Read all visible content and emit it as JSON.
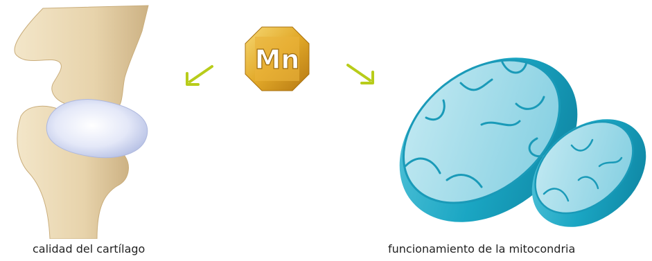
{
  "badge": {
    "symbol": "Mn",
    "icon": "manganese-element-badge-icon"
  },
  "captions": {
    "left": "calidad del cartílago",
    "right": "funcionamiento de la mitocondria"
  },
  "icons": {
    "joint": "knee-joint-cartilage-illustration",
    "mitochondria": "mitochondria-illustration",
    "arrow_left": "arrow-down-left-icon",
    "arrow_right": "arrow-down-right-icon"
  },
  "colors": {
    "arrow": "#b8cc1a",
    "bone": "#e9d7b2",
    "cartilage": "#dde3f5",
    "mito_outer": "#19a9c6",
    "mito_inner": "#a8dde9",
    "badge_gold": "#e0a626",
    "caption": "#222222"
  }
}
